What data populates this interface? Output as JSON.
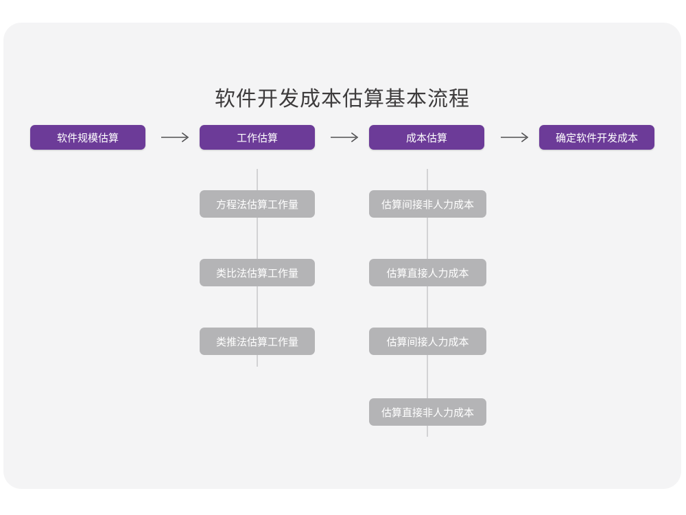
{
  "canvas": {
    "background": "#f4f4f5",
    "page_background": "#ffffff"
  },
  "title": "软件开发成本估算基本流程",
  "colors": {
    "stage": "#6c3b98",
    "substep": "#b4b4b6",
    "title_text": "#3d3b3c",
    "connector": "#d2d2d4",
    "arrow": "#4e4e50"
  },
  "flow": {
    "arrow_glyph": "arrow-right-icon",
    "stages": [
      {
        "id": "stage-1",
        "label": "软件规模估算",
        "substeps": []
      },
      {
        "id": "stage-2",
        "label": "工作估算",
        "substeps": [
          "方程法估算工作量",
          "类比法估算工作量",
          "类推法估算工作量"
        ]
      },
      {
        "id": "stage-3",
        "label": "成本估算",
        "substeps": [
          "估算间接非人力成本",
          "估算直接人力成本",
          "估算间接人力成本",
          "估算直接非人力成本"
        ]
      },
      {
        "id": "stage-4",
        "label": "确定软件开发成本",
        "substeps": []
      }
    ]
  }
}
